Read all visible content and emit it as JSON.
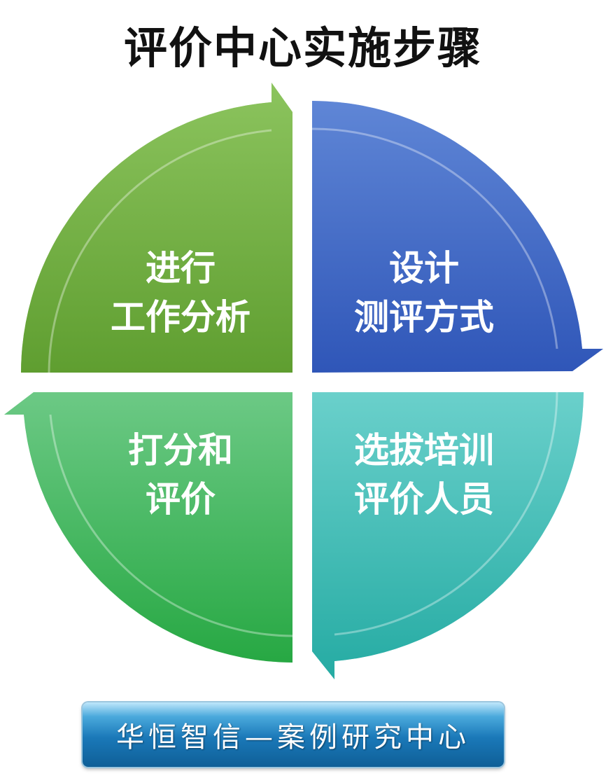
{
  "title": "评价中心实施步骤",
  "quadrants": [
    {
      "lines": [
        "进行",
        "工作分析"
      ],
      "color": "#6aaa3a"
    },
    {
      "lines": [
        "设计",
        "测评方式"
      ],
      "color": "#3b62c6"
    },
    {
      "lines": [
        "选拔培训",
        "评价人员"
      ],
      "color": "#38bdb6"
    },
    {
      "lines": [
        "打分和",
        "评价"
      ],
      "color": "#3fb75a"
    }
  ],
  "footer": {
    "text": "华恒智信—案例研究中心"
  }
}
